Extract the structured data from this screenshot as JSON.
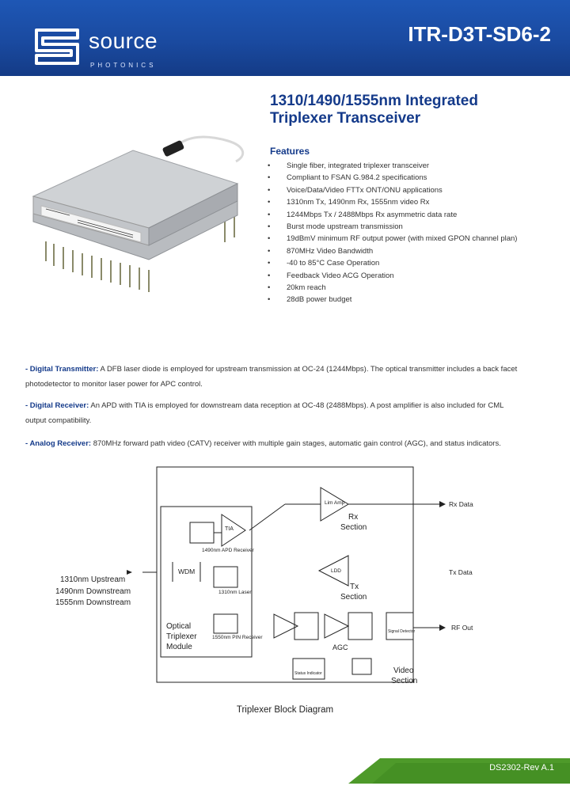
{
  "header": {
    "brand": "source",
    "brand_sub": "PHOTONICS",
    "part_number": "ITR-D3T-SD6-2"
  },
  "title": {
    "line1": "1310/1490/1555nm Integrated",
    "line2": "Triplexer Transceiver"
  },
  "features": {
    "heading": "Features",
    "bullet": "•",
    "items": [
      "Single fiber, integrated triplexer transceiver",
      "Compliant to FSAN G.984.2 specifications",
      "Voice/Data/Video FTTx ONT/ONU applications",
      "1310nm Tx, 1490nm Rx, 1555nm video Rx",
      "1244Mbps Tx / 2488Mbps Rx asymmetric data rate",
      "Burst mode upstream transmission",
      "19dBmV minimum RF output power (with mixed GPON channel plan)",
      "870MHz Video Bandwidth",
      "-40 to 85°C Case Operation",
      "Feedback Video ACG Operation",
      "20km reach",
      "28dB power budget"
    ]
  },
  "paragraphs": [
    {
      "label": "- Digital Transmitter:",
      "text": " A DFB laser diode is employed for upstream transmission at OC-24 (1244Mbps).   The optical transmitter includes a back facet",
      "text2": "photodetector to monitor laser power for APC control."
    },
    {
      "label": "- Digital Receiver:",
      "text": " An APD with TIA is employed for downstream data reception at OC-48 (2488Mbps). A post amplifier is also included for CML",
      "text2": "output compatibility."
    },
    {
      "label": "- Analog Receiver:",
      "text": " 870MHz forward path video (CATV) receiver with multiple gain stages, automatic gain control (AGC), and status indicators.",
      "text2": ""
    }
  ],
  "diagram": {
    "left_labels": [
      "1310nm Upstream",
      "1490nm Downstream",
      "1555nm Downstream"
    ],
    "wdm": "WDM",
    "tia": "TIA",
    "apd_receiver": "1490nm APD Receiver",
    "laser": "1310nm Laser",
    "pin_receiver": "1550nm PIN Receiver",
    "module": [
      "Optical",
      "Triplexer",
      "Module"
    ],
    "lim_amp": "Lim Amp",
    "rx_section": [
      "Rx",
      "Section"
    ],
    "ld": "LDD",
    "tx_section": [
      "Tx",
      "Section"
    ],
    "agc": "AGC",
    "video_section": [
      "Video",
      "Section"
    ],
    "out_labels": [
      "Rx Data",
      "Tx Data",
      "RF Out"
    ],
    "monitor": "Signal Detector",
    "status": "Status Indicator",
    "caption": "Triplexer Block Diagram"
  },
  "footer": {
    "revision": "DS2302-Rev A.1"
  },
  "colors": {
    "header_blue": "#1a4aa0",
    "title_blue": "#143a8a",
    "footer_green": "#4e9a2a"
  }
}
